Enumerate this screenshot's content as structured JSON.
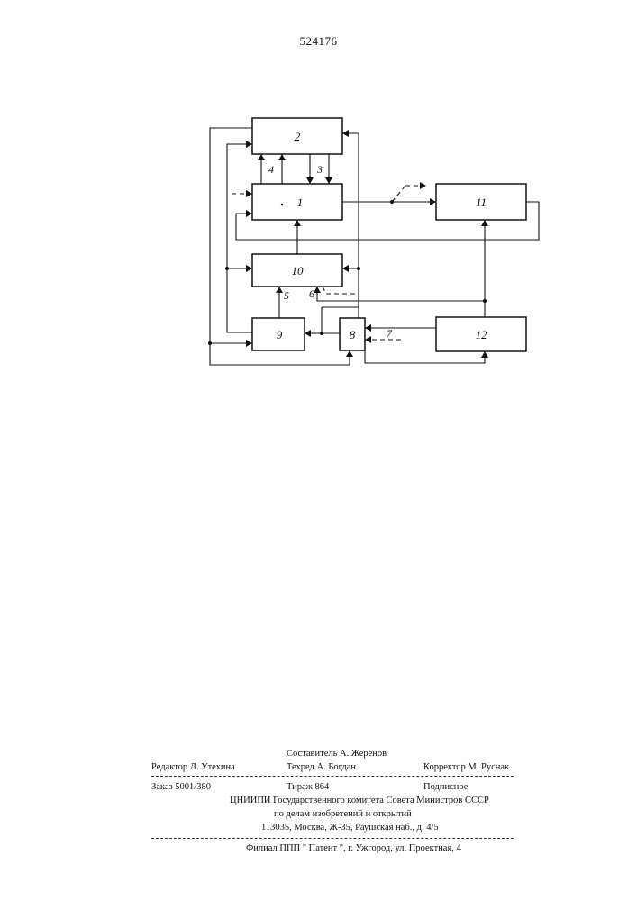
{
  "document": {
    "number": "524176"
  },
  "diagram": {
    "blocks": {
      "b2": "2",
      "b1": "1",
      "b10": "10",
      "b9": "9",
      "b8": "8",
      "b11": "11",
      "b12": "12"
    },
    "signals": {
      "s3": "3",
      "s4": "4",
      "s5": "5",
      "s6": "6",
      "s7": "7"
    }
  },
  "imprint": {
    "compiler": "Составитель   А. Жеренов",
    "editor": "Редактор   Л. Утехина",
    "techred": "Техред   А. Богдан",
    "corrector": "Корректор М. Руснак",
    "order": "Заказ 5001/380",
    "circulation": "Тираж 864",
    "subscription": "Подписное",
    "org": "ЦНИИПИ Государственного комитета Совета Министров СССР",
    "dept": "по делам изобретений и открытий",
    "address": "113035, Москва, Ж-35, Раушская наб., д. 4/5",
    "branch": "Филиал ППП \" Патент \", г. Ужгород, ул. Проектная, 4"
  }
}
